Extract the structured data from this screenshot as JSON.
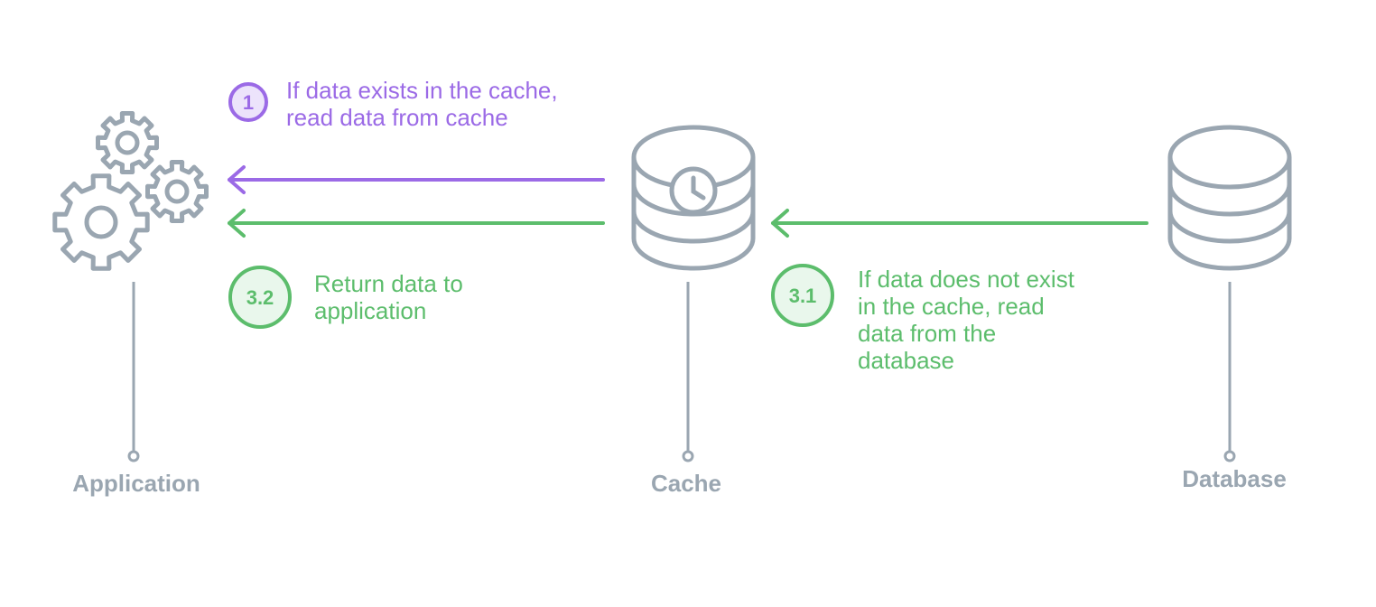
{
  "colors": {
    "purple": "#9b6ae6",
    "green": "#5cbd6c",
    "gray": "#9aa6b1",
    "purple_fill": "#ece3fb",
    "green_fill": "#e9f7ec"
  },
  "nodes": {
    "application": {
      "label": "Application",
      "icon": "gears-icon"
    },
    "cache": {
      "label": "Cache",
      "icon": "cache-database-clock-icon"
    },
    "database": {
      "label": "Database",
      "icon": "database-icon"
    }
  },
  "steps": {
    "step1": {
      "number": "1",
      "line1": "If data exists in the cache,",
      "line2": "read data from cache"
    },
    "step31": {
      "number": "3.1",
      "line1": "If data does not exist",
      "line2": "in the cache, read",
      "line3": "data from the",
      "line4": "database"
    },
    "step32": {
      "number": "3.2",
      "line1": "Return data to",
      "line2": "application"
    }
  }
}
